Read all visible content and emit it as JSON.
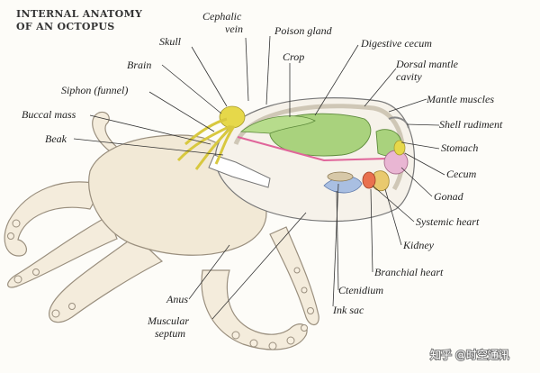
{
  "title": [
    "INTERNAL ANATOMY",
    "OF AN OCTOPUS"
  ],
  "labels": {
    "cephalic_vein": [
      "Cephalic",
      "vein"
    ],
    "poison_gland": "Poison gland",
    "skull": "Skull",
    "digestive_cecum": "Digestive cecum",
    "crop": "Crop",
    "brain": "Brain",
    "dorsal_mantle_cavity": [
      "Dorsal mantle",
      "cavity"
    ],
    "siphon": "Siphon (funnel)",
    "mantle_muscles": "Mantle muscles",
    "buccal_mass": "Buccal mass",
    "shell_rudiment": "Shell rudiment",
    "beak": "Beak",
    "stomach": "Stomach",
    "cecum": "Cecum",
    "gonad": "Gonad",
    "systemic_heart": "Systemic heart",
    "kidney": "Kidney",
    "branchial_heart": "Branchial heart",
    "ctenidium": "Ctenidium",
    "anus": "Anus",
    "ink_sac": "Ink sac",
    "muscular_septum": [
      "Muscular",
      "septum"
    ]
  },
  "watermark": "知乎 @时空通讯",
  "colors": {
    "brain": "#e6d84a",
    "digestive": "#a9d27d",
    "gonad": "#e9b6d3",
    "ctenidium": "#a9bfe2",
    "systemic_heart": "#e9714f",
    "kidney": "#e9c96e",
    "muscle": "#e0659a"
  }
}
